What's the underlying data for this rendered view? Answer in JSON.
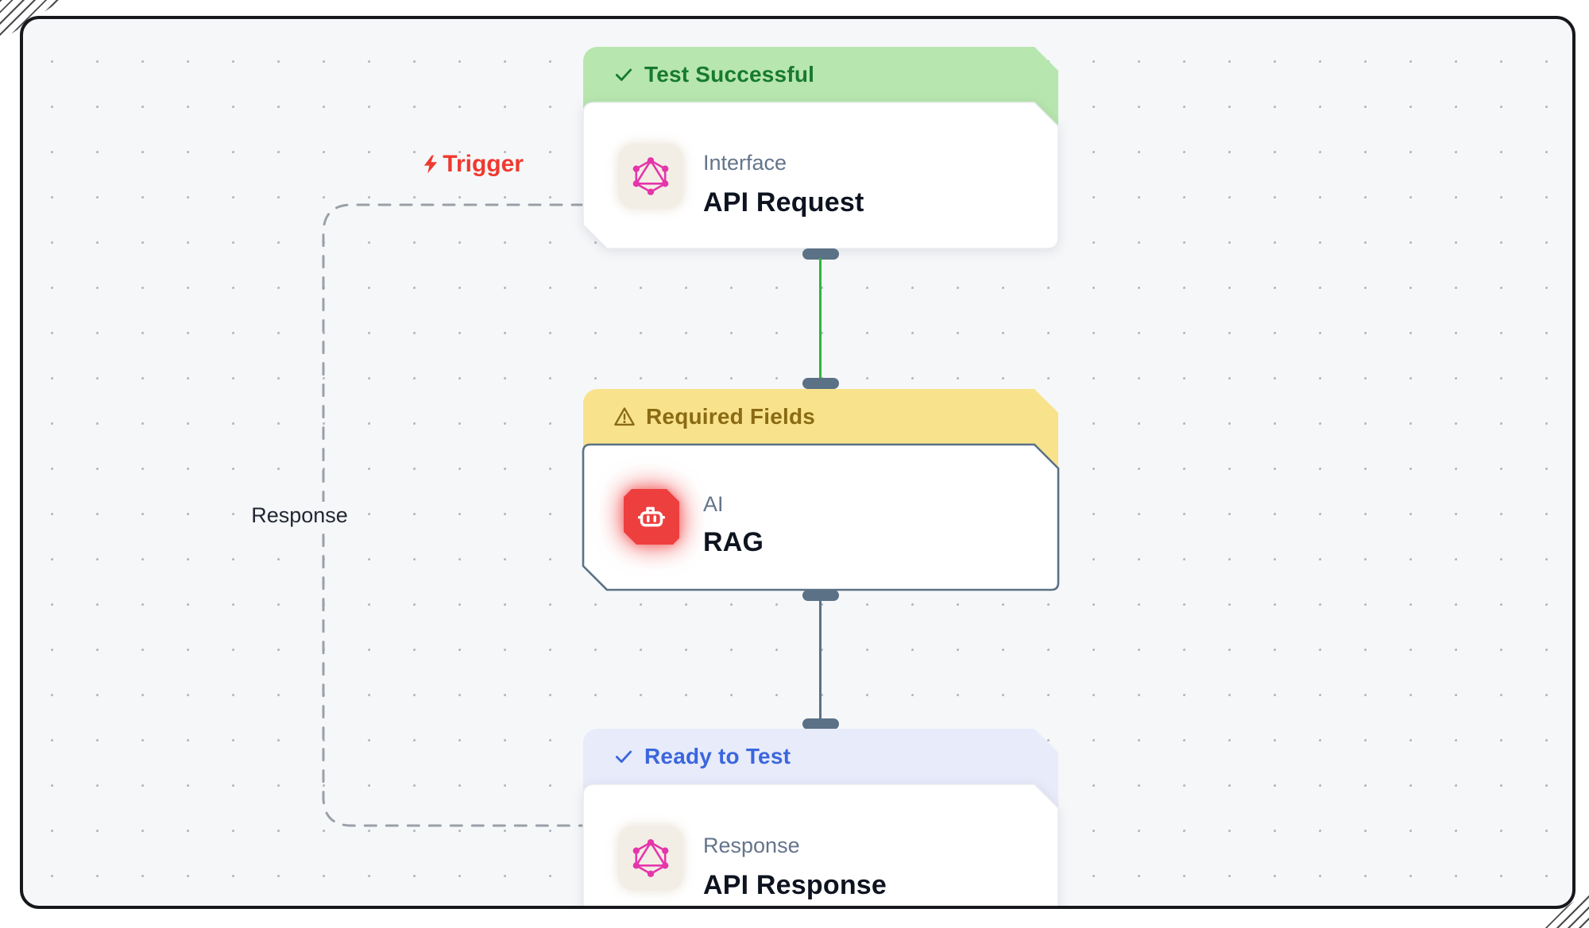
{
  "diagram": {
    "edge_labels": {
      "trigger": "Trigger",
      "response": "Response"
    },
    "nodes": [
      {
        "status_label": "Test Successful",
        "status_icon": "check-icon",
        "category": "Interface",
        "title": "API Request",
        "icon": "graphql-icon",
        "status_bg": "#b7e6ae",
        "status_text": "#177a2e"
      },
      {
        "status_label": "Required Fields",
        "status_icon": "warning-icon",
        "category": "AI",
        "title": "RAG",
        "icon": "robot-icon",
        "status_bg": "#f8e38c",
        "status_text": "#8a6a12"
      },
      {
        "status_label": "Ready to Test",
        "status_icon": "check-icon",
        "category": "Response",
        "title": "API Response",
        "icon": "graphql-icon",
        "status_bg": "#e7ebfa",
        "status_text": "#3b66dd"
      }
    ],
    "colors": {
      "canvas": "#f6f7f9",
      "dots": "#b4b9c1",
      "frame_border": "#16181c",
      "green_connector": "#2db53c",
      "slate": "#5b7186",
      "dashed_edge": "#9aa0a8",
      "graphql_pink": "#e535ab",
      "rag_red": "#ee3f3f",
      "trigger_red": "#ee392f"
    }
  }
}
